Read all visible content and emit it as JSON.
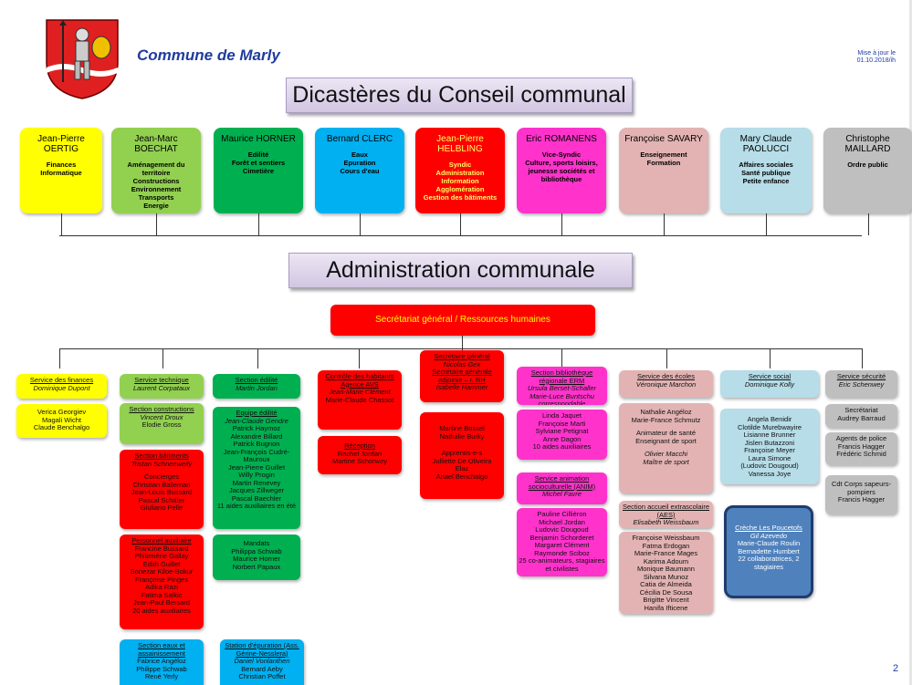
{
  "header": {
    "commune_name": "Commune de Marly",
    "update_line1": "Mise à jour le",
    "update_line2": "01.10.2018/ih"
  },
  "banner_council": "Dicastères du Conseil communal",
  "banner_admin": "Administration communale",
  "council": [
    {
      "name": "Jean-Pierre OERTIG",
      "duties": [
        "Finances",
        "Informatique"
      ],
      "color": "#ffff00"
    },
    {
      "name": "Jean-Marc BOECHAT",
      "duties": [
        "Aménagement du territoire",
        "Constructions",
        "Environnement",
        "Transports",
        "Energie"
      ],
      "color": "#92d050"
    },
    {
      "name": "Maurice HORNER",
      "duties": [
        "Edilité",
        "Forêt et sentiers",
        "Cimetière"
      ],
      "color": "#00b050"
    },
    {
      "name": "Bernard CLERC",
      "duties": [
        "Eaux",
        "Epuration",
        "Cours d'eau"
      ],
      "color": "#00b0f0"
    },
    {
      "name": "Jean-Pierre HELBLING",
      "duties": [
        "Syndic",
        "Administration",
        "Information",
        "Agglomération",
        "Gestion des bâtiments"
      ],
      "color": "#ff0000"
    },
    {
      "name": "Eric ROMANENS",
      "duties": [
        "Vice-Syndic",
        "Culture, sports loisirs, jeunesse sociétés et bibliothèque"
      ],
      "color": "#ff33cc"
    },
    {
      "name": "Françoise SAVARY",
      "duties": [
        "Enseignement",
        "Formation"
      ],
      "color": "#e3b3b3"
    },
    {
      "name": "Mary Claude PAOLUCCI",
      "duties": [
        "Affaires sociales",
        "Santé publique",
        "Petite enfance"
      ],
      "color": "#b6dde8"
    },
    {
      "name": "Christophe MAILLARD",
      "duties": [
        "Ordre public"
      ],
      "color": "#bfbfbf"
    }
  ],
  "secretariat": "Secrétariat général / Ressources humaines",
  "col1": {
    "finances_title": "Service des finances",
    "finances_head": "Dominique Dupont",
    "finances_staff": [
      "Verica Georgiev",
      "Magali Wicht",
      "Claude Benchalgo"
    ]
  },
  "col2": {
    "tech_title": "Service technique",
    "tech_head": "Laurent Corpataux",
    "constr_title": "Section constructions",
    "constr_head": "Vincent Droux",
    "constr_staff": [
      "Elodie Gross"
    ],
    "bat_title": "Section bâtiments",
    "bat_head": "Tristan Schneeweily",
    "bat_staff": [
      "Concierges",
      "Christian Balleman",
      "Jean-Louis Bussard",
      "Pascal Schäfer",
      "Giuliano Pelle"
    ],
    "aux_title": "Personnel auxiliaire",
    "aux_staff": [
      "Francine Bussard",
      "Philomène Gallay",
      "Edith Guillet",
      "Sonezar Kiloe-Bokur",
      "Françoise Pinges",
      "Adika Razi",
      "Fatima Salkic",
      "Jean-Paul Bersard",
      "20 aides auxiliaires"
    ],
    "eaux_title": "Section eaux et assainissement",
    "eaux_staff": [
      "Fabrice Angéloz",
      "Philippe Schwab",
      "René Yerly"
    ]
  },
  "col3": {
    "edil_title": "Section édilité",
    "edil_head": "Martin Jordan",
    "equipe_title": "Equipe édilité",
    "equipe_head": "Jean-Claude Gendre",
    "equipe_staff": [
      "Patrick Haymoz",
      "Alexandre Billard",
      "Patrick Bugnon",
      "Jean-François Cudré-Mauroux",
      "Jean-Pierre Guillet",
      "Willy Progin",
      "Martin Renevey",
      "Jacques Zillweger",
      "Pascal Baechler",
      "11 aides auxiliaires en été"
    ],
    "mandats_title": "Mandats",
    "mandats_staff": [
      "Philippa Schwab",
      "Maurice Horner",
      "Norbert Papaux"
    ],
    "step_title": "Station d'épuration (Ass. Gérine-Nesslera)",
    "step_head": "Daniel Vonlanthen",
    "step_staff": [
      "Bernard Aeby",
      "Christian Poffet"
    ]
  },
  "col4": {
    "ch_title": "Contrôle des habitants Agence AVS",
    "ch_head": "Jean-Marie Clément",
    "ch_staff": [
      "Marie-Claude Chassot"
    ],
    "rec_title": "Réception",
    "rec_staff": [
      "Rachel Jordan",
      "Martine Schorwey"
    ]
  },
  "col5": {
    "sg_title": "Secrétaire général",
    "sg_head": "Nicolas Gex",
    "sga_title": "Secrétaire générale adjointe – r. RH",
    "sga_head": "Isabelle Hammer",
    "sg_staff": [
      "Martine Bossel",
      "Nathalie Burky",
      "Apprentis-e-s",
      "Julliette De Oliveira",
      "Elaz",
      "Anael Benchalgo"
    ]
  },
  "col6": {
    "bib_title": "Section bibliothèque régionale ERM",
    "bib_heads": [
      "Ursula Berset-Schaller",
      "Marie-Luce Buntschu correspondable"
    ],
    "bib_staff": [
      "Linda Jaquet",
      "Françoise Marti",
      "Sylviane Petignat",
      "Anne Dagon",
      "10 aides auxiliaires"
    ],
    "anim_title": "Service animation socioculturelle (ANIM)",
    "anim_head": "Michel Favre",
    "anim_staff": [
      "Pauline Cillièron",
      "Michael Jordan",
      "Ludovic Dougoud",
      "Benjamin Schorderet",
      "Margaret Clément",
      "Raymonde Sciboz",
      "25 co-animateurs, stagiaires et civilistes"
    ]
  },
  "col7": {
    "ecoles_title": "Service des écoles",
    "ecoles_head": "Véronique Marchon",
    "ecoles_staff": [
      "Nathalie Angéloz",
      "Marie-France Schmutz"
    ],
    "sante_staff": [
      "Animateur de santé",
      "Enseignant de sport"
    ],
    "sport_head": "Olivier Macchi",
    "sport_role": "Maître de sport",
    "aes_title": "Section accueil extrascolaire (AES)",
    "aes_head": "Elisabeth Weissbaum",
    "aes_staff": [
      "Françoise Weissbaum",
      "Fatma Erdogan",
      "Marie-France Mages",
      "Karima Adoum",
      "Monique Baumann",
      "Silvana Munoz",
      "Catia de Almeida",
      "Cécilia De Sousa",
      "Brigitte Vincent",
      "Hanifa Ifticene"
    ]
  },
  "col8": {
    "social_title": "Service social",
    "social_head": "Dominique Kolly",
    "social_staff": [
      "Angela Benidir",
      "Clotilde Murebwayire",
      "Lisianne Brunner",
      "Jislen Butazzoni",
      "Françoise Meyer",
      "Laura Simone",
      "(Ludovic Dougoud)",
      "Vanessa Joye"
    ],
    "creche_title": "Crèche Les Poucetofs",
    "creche_head": "Gil Azevedo",
    "creche_staff": [
      "Marie-Claude Roulin",
      "Bernadette Humbert",
      "22 collaboratrices, 2 stagiaires"
    ]
  },
  "col9": {
    "secu_title": "Service sécurité",
    "secu_head": "Eric Schenwey",
    "secr_title": "Secrétariat",
    "secr_staff": [
      "Audrey Barraud"
    ],
    "police_title": "Agents de police",
    "police_staff": [
      "Francis Hagger",
      "Frédéric Schmid"
    ],
    "pomp_title": "Cdt Corps sapeurs-pompiers",
    "pomp_staff": [
      "Francis Hagger"
    ]
  },
  "page_number": "2"
}
